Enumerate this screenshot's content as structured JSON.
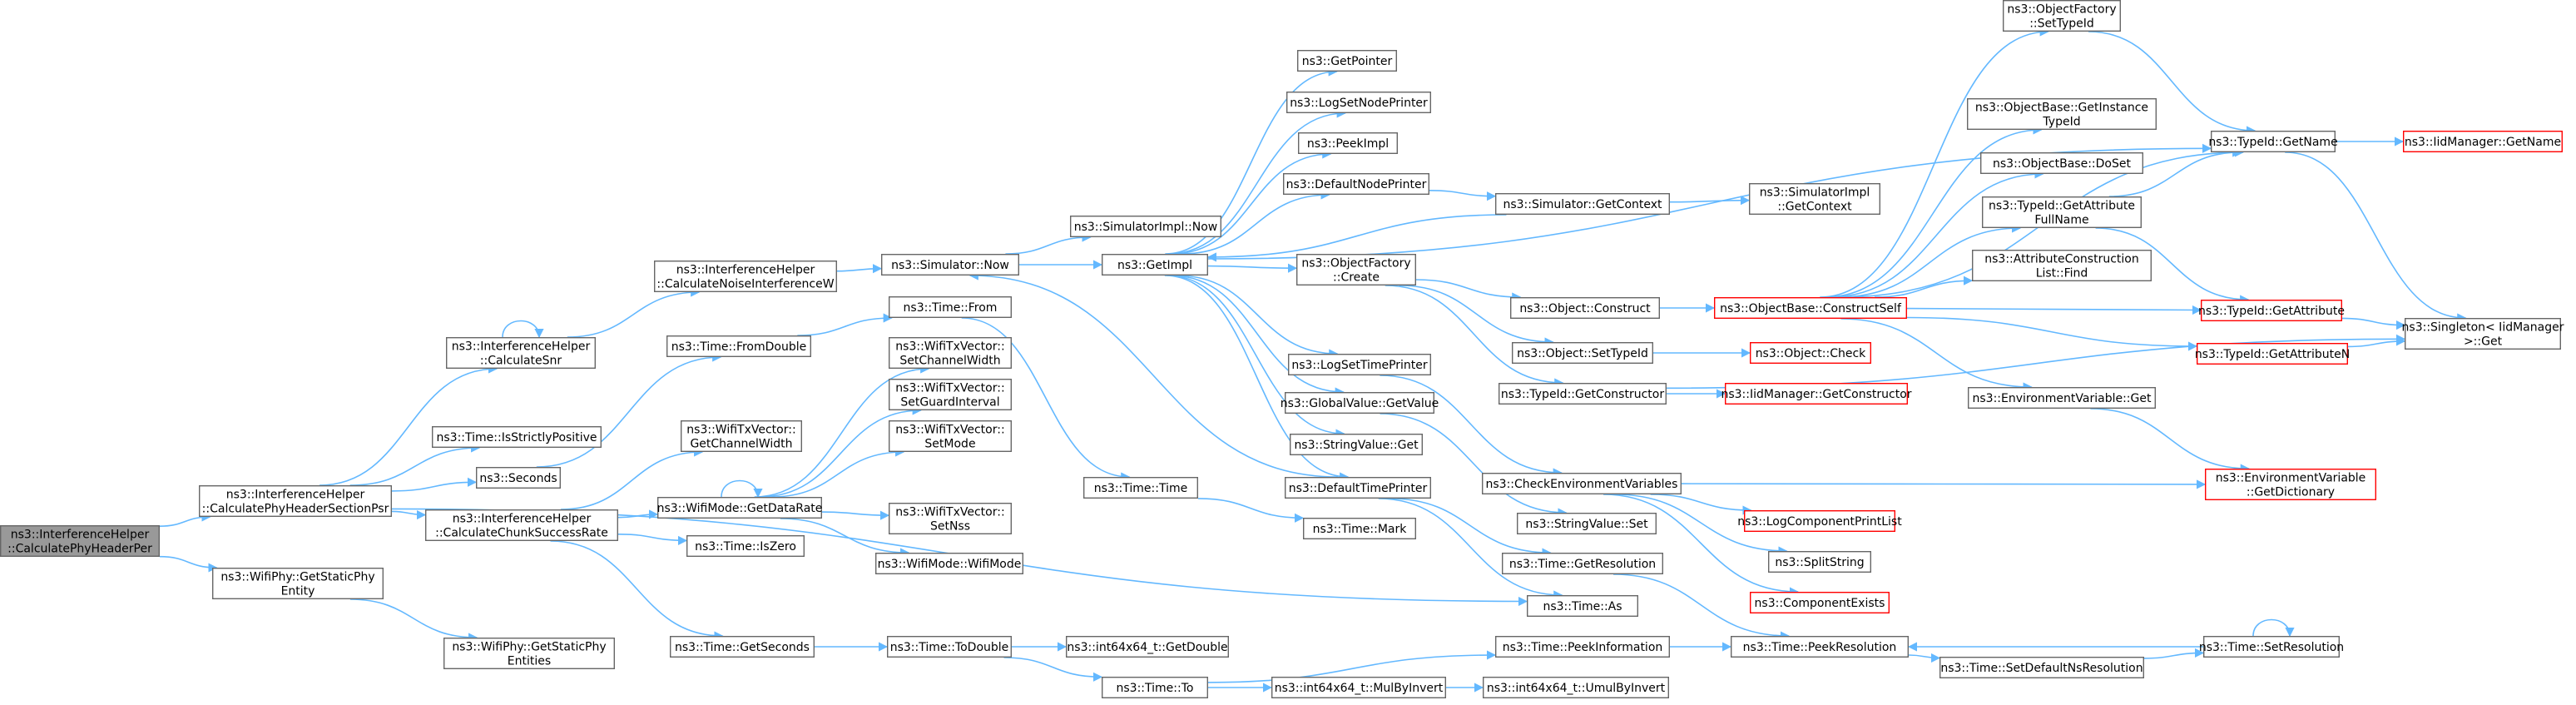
{
  "diagram": {
    "nodes": [
      {
        "id": "root",
        "lines": [
          "ns3::InterferenceHelper",
          "::CalculatePhyHeaderPer"
        ],
        "highlight": true,
        "red": false
      },
      {
        "id": "psr",
        "lines": [
          "ns3::InterferenceHelper",
          "::CalculatePhyHeaderSectionPsr"
        ],
        "red": false
      },
      {
        "id": "getstaticphy",
        "lines": [
          "ns3::WifiPhy::GetStaticPhy",
          "Entity"
        ],
        "red": false
      },
      {
        "id": "getstaticphies",
        "lines": [
          "ns3::WifiPhy::GetStaticPhy",
          "Entities"
        ],
        "red": false
      },
      {
        "id": "calcsnr",
        "lines": [
          "ns3::InterferenceHelper",
          "::CalculateSnr"
        ],
        "red": false
      },
      {
        "id": "isstrictlypos",
        "lines": [
          "ns3::Time::IsStrictlyPositive"
        ],
        "red": false
      },
      {
        "id": "seconds",
        "lines": [
          "ns3::Seconds"
        ],
        "red": false
      },
      {
        "id": "chunk",
        "lines": [
          "ns3::InterferenceHelper",
          "::CalculateChunkSuccessRate"
        ],
        "red": false
      },
      {
        "id": "noise",
        "lines": [
          "ns3::InterferenceHelper",
          "::CalculateNoiseInterferenceW"
        ],
        "red": false
      },
      {
        "id": "fromdouble",
        "lines": [
          "ns3::Time::FromDouble"
        ],
        "red": false
      },
      {
        "id": "getchw",
        "lines": [
          "ns3::WifiTxVector::",
          "GetChannelWidth"
        ],
        "red": false
      },
      {
        "id": "getdatarate",
        "lines": [
          "ns3::WifiMode::GetDataRate"
        ],
        "red": false
      },
      {
        "id": "iszero",
        "lines": [
          "ns3::Time::IsZero"
        ],
        "red": false
      },
      {
        "id": "getseconds",
        "lines": [
          "ns3::Time::GetSeconds"
        ],
        "red": false
      },
      {
        "id": "simnow",
        "lines": [
          "ns3::Simulator::Now"
        ],
        "red": false
      },
      {
        "id": "timefrom",
        "lines": [
          "ns3::Time::From"
        ],
        "red": false
      },
      {
        "id": "setchw",
        "lines": [
          "ns3::WifiTxVector::",
          "SetChannelWidth"
        ],
        "red": false
      },
      {
        "id": "setgi",
        "lines": [
          "ns3::WifiTxVector::",
          "SetGuardInterval"
        ],
        "red": false
      },
      {
        "id": "setmode",
        "lines": [
          "ns3::WifiTxVector::",
          "SetMode"
        ],
        "red": false
      },
      {
        "id": "setnss",
        "lines": [
          "ns3::WifiTxVector::",
          "SetNss"
        ],
        "red": false
      },
      {
        "id": "wifimode",
        "lines": [
          "ns3::WifiMode::WifiMode"
        ],
        "red": false
      },
      {
        "id": "timetime",
        "lines": [
          "ns3::Time::Time"
        ],
        "red": false
      },
      {
        "id": "todouble",
        "lines": [
          "ns3::Time::ToDouble"
        ],
        "red": false
      },
      {
        "id": "timeto",
        "lines": [
          "ns3::Time::To"
        ],
        "red": false
      },
      {
        "id": "simimplnow",
        "lines": [
          "ns3::SimulatorImpl::Now"
        ],
        "red": false
      },
      {
        "id": "getimpl",
        "lines": [
          "ns3::GetImpl"
        ],
        "red": false
      },
      {
        "id": "getpointer",
        "lines": [
          "ns3::GetPointer"
        ],
        "red": false
      },
      {
        "id": "logsetnode",
        "lines": [
          "ns3::LogSetNodePrinter"
        ],
        "red": false
      },
      {
        "id": "peekimpl",
        "lines": [
          "ns3::PeekImpl"
        ],
        "red": false
      },
      {
        "id": "defnodeprinter",
        "lines": [
          "ns3::DefaultNodePrinter"
        ],
        "red": false
      },
      {
        "id": "objfactcreate",
        "lines": [
          "ns3::ObjectFactory",
          "::Create"
        ],
        "red": false
      },
      {
        "id": "logsettime",
        "lines": [
          "ns3::LogSetTimePrinter"
        ],
        "red": false
      },
      {
        "id": "globalget",
        "lines": [
          "ns3::GlobalValue::GetValue"
        ],
        "red": false
      },
      {
        "id": "stringget",
        "lines": [
          "ns3::StringValue::Get"
        ],
        "red": false
      },
      {
        "id": "deftimeprinter",
        "lines": [
          "ns3::DefaultTimePrinter"
        ],
        "red": false
      },
      {
        "id": "timemark",
        "lines": [
          "ns3::Time::Mark"
        ],
        "red": false
      },
      {
        "id": "getdouble",
        "lines": [
          "ns3::int64x64_t::GetDouble"
        ],
        "red": false
      },
      {
        "id": "mulbyinv",
        "lines": [
          "ns3::int64x64_t::MulByInvert"
        ],
        "red": false
      },
      {
        "id": "umulbyinv",
        "lines": [
          "ns3::int64x64_t::UmulByInvert"
        ],
        "red": false
      },
      {
        "id": "simgetctx",
        "lines": [
          "ns3::Simulator::GetContext"
        ],
        "red": false
      },
      {
        "id": "simimplctx",
        "lines": [
          "ns3::SimulatorImpl",
          "::GetContext"
        ],
        "red": false
      },
      {
        "id": "objconstruct",
        "lines": [
          "ns3::Object::Construct"
        ],
        "red": false
      },
      {
        "id": "objsettypeid",
        "lines": [
          "ns3::Object::SetTypeId"
        ],
        "red": false
      },
      {
        "id": "getconstructor",
        "lines": [
          "ns3::TypeId::GetConstructor"
        ],
        "red": false
      },
      {
        "id": "checkenv",
        "lines": [
          "ns3::CheckEnvironmentVariables"
        ],
        "red": false
      },
      {
        "id": "stringset",
        "lines": [
          "ns3::StringValue::Set"
        ],
        "red": false
      },
      {
        "id": "getresolution",
        "lines": [
          "ns3::Time::GetResolution"
        ],
        "red": false
      },
      {
        "id": "timeas",
        "lines": [
          "ns3::Time::As"
        ],
        "red": false
      },
      {
        "id": "peekinfo",
        "lines": [
          "ns3::Time::PeekInformation"
        ],
        "red": false
      },
      {
        "id": "constructself",
        "lines": [
          "ns3::ObjectBase::ConstructSelf"
        ],
        "red": true
      },
      {
        "id": "objcheck",
        "lines": [
          "ns3::Object::Check"
        ],
        "red": true
      },
      {
        "id": "iidgetctor",
        "lines": [
          "ns3::IidManager::GetConstructor"
        ],
        "red": true
      },
      {
        "id": "logcompprint",
        "lines": [
          "ns3::LogComponentPrintList"
        ],
        "red": true
      },
      {
        "id": "splitstring",
        "lines": [
          "ns3::SplitString"
        ],
        "red": false
      },
      {
        "id": "compexists",
        "lines": [
          "ns3::ComponentExists"
        ],
        "red": true
      },
      {
        "id": "peekres",
        "lines": [
          "ns3::Time::PeekResolution"
        ],
        "red": false
      },
      {
        "id": "setdefns",
        "lines": [
          "ns3::Time::SetDefaultNsResolution"
        ],
        "red": false
      },
      {
        "id": "objfactsettid",
        "lines": [
          "ns3::ObjectFactory",
          "::SetTypeId"
        ],
        "red": false
      },
      {
        "id": "getinstancetid",
        "lines": [
          "ns3::ObjectBase::GetInstance",
          "TypeId"
        ],
        "red": false
      },
      {
        "id": "doset",
        "lines": [
          "ns3::ObjectBase::DoSet"
        ],
        "red": false
      },
      {
        "id": "getattrfull",
        "lines": [
          "ns3::TypeId::GetAttribute",
          "FullName"
        ],
        "red": false
      },
      {
        "id": "attrconstr",
        "lines": [
          "ns3::AttributeConstruction",
          "List::Find"
        ],
        "red": false
      },
      {
        "id": "envget",
        "lines": [
          "ns3::EnvironmentVariable::Get"
        ],
        "red": false
      },
      {
        "id": "typeidgetname",
        "lines": [
          "ns3::TypeId::GetName"
        ],
        "red": false
      },
      {
        "id": "getattribute",
        "lines": [
          "ns3::TypeId::GetAttribute"
        ],
        "red": true
      },
      {
        "id": "getattributen",
        "lines": [
          "ns3::TypeId::GetAttributeN"
        ],
        "red": true
      },
      {
        "id": "envdict",
        "lines": [
          "ns3::EnvironmentVariable",
          "::GetDictionary"
        ],
        "red": true
      },
      {
        "id": "setresolution",
        "lines": [
          "ns3::Time::SetResolution"
        ],
        "red": false
      },
      {
        "id": "iidgetname",
        "lines": [
          "ns3::IidManager::GetName"
        ],
        "red": true
      },
      {
        "id": "singleton",
        "lines": [
          "ns3::Singleton< IidManager",
          ">::Get"
        ],
        "red": false
      }
    ]
  }
}
